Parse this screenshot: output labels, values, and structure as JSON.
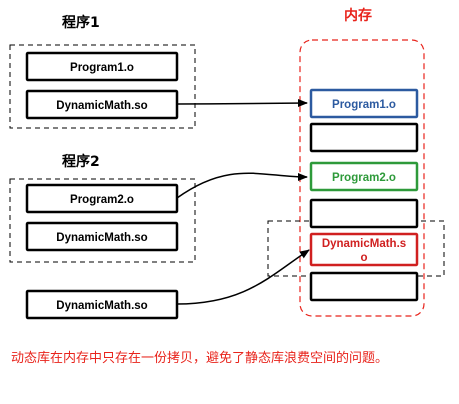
{
  "program1": {
    "title": "程序1",
    "box1": "Program1.o",
    "box2": "DynamicMath.so"
  },
  "program2": {
    "title": "程序2",
    "box1": "Program2.o",
    "box2": "DynamicMath.so"
  },
  "standalone": {
    "box": "DynamicMath.so"
  },
  "memory": {
    "title": "内存",
    "program1_block": "Program1.o",
    "program2_block": "Program2.o",
    "library_block_line1": "DynamicMath.s",
    "library_block_line2": "o"
  },
  "caption": "动态库在内存中只存在一份拷贝，避免了静态库浪费空间的问题。",
  "colors": {
    "memory_border": "#e8231b",
    "program1_block": "#2c5aa0",
    "program2_block": "#2e9a3a",
    "library_block": "#d02020",
    "caption": "#e8231b"
  }
}
